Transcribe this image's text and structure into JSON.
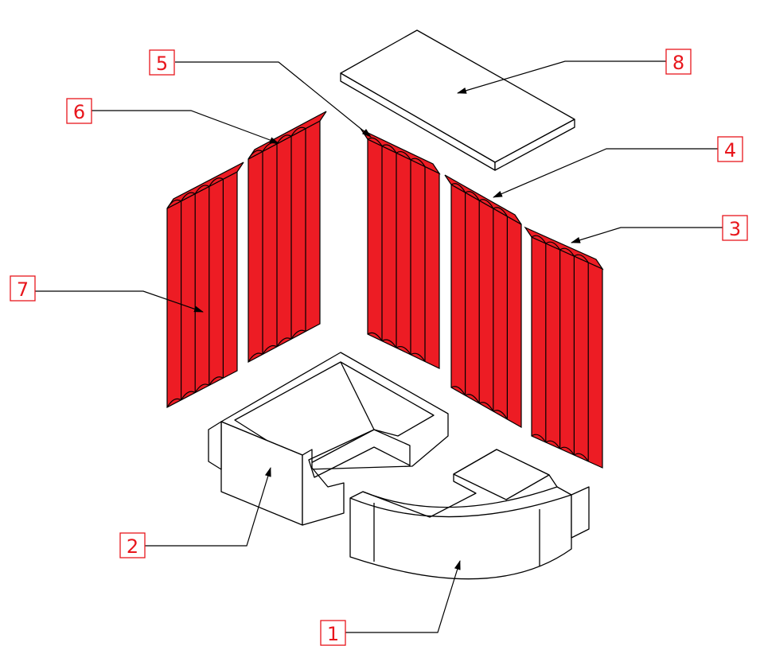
{
  "colors": {
    "part_fill": "#ed1c24",
    "label": "#e8161c",
    "line": "#000000"
  },
  "callouts": [
    {
      "number": "1",
      "part": "front-curved-base"
    },
    {
      "number": "2",
      "part": "left-base"
    },
    {
      "number": "3",
      "part": "right-panel-rear"
    },
    {
      "number": "4",
      "part": "right-panel-front"
    },
    {
      "number": "5",
      "part": "back-panel-right"
    },
    {
      "number": "6",
      "part": "back-panel-left"
    },
    {
      "number": "7",
      "part": "left-panel"
    },
    {
      "number": "8",
      "part": "top-slab"
    }
  ]
}
